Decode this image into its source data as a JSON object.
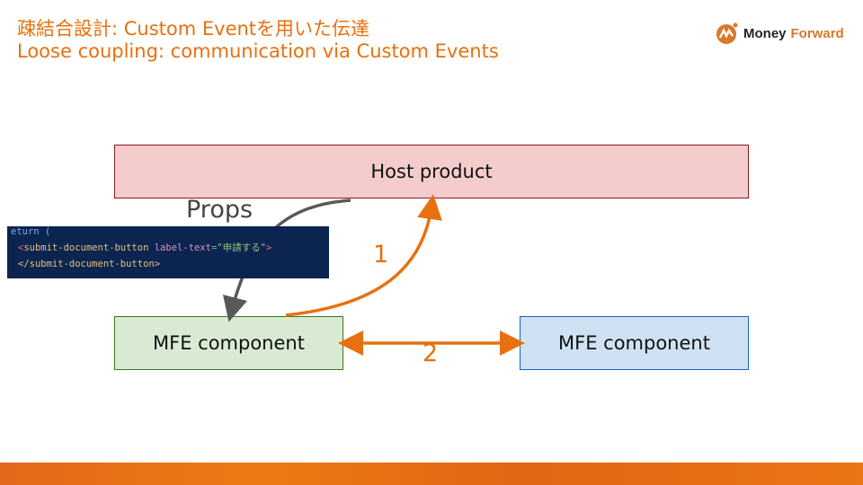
{
  "header": {
    "title_ja": "疎結合設計: Custom Eventを用いた伝達",
    "title_en": "Loose coupling: communication via Custom Events",
    "logo": {
      "text_1": "Money",
      "text_2": "Forward"
    }
  },
  "diagram": {
    "host": "Host product",
    "mfe_left": "MFE component",
    "mfe_right": "MFE component",
    "props_label": "Props",
    "arrow_1_label": "1",
    "arrow_2_label": "2",
    "colors": {
      "accent": "#e8700f",
      "props_arrow": "#595959"
    }
  },
  "code": {
    "line0": "eturn (",
    "open_tag": "<",
    "element": "submit-document-button",
    "attr": "label-text",
    "eq": "=",
    "value": "\"申請する\"",
    "close": ">",
    "line2": "</submit-document-button>"
  }
}
